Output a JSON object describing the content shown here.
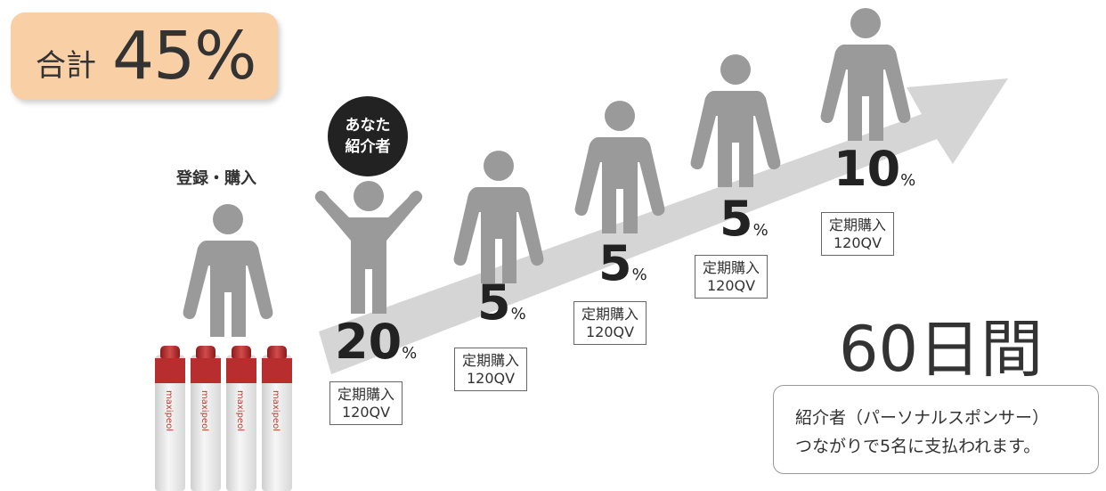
{
  "total": {
    "label": "合計",
    "value": "45%"
  },
  "registration_label": "登録・購入",
  "badge": {
    "line1": "あなた",
    "line2": "紹介者"
  },
  "levels": [
    {
      "percent": "20",
      "symbol": "%",
      "plan_line1": "定期購入",
      "plan_line2": "120QV"
    },
    {
      "percent": "5",
      "symbol": "%",
      "plan_line1": "定期購入",
      "plan_line2": "120QV"
    },
    {
      "percent": "5",
      "symbol": "%",
      "plan_line1": "定期購入",
      "plan_line2": "120QV"
    },
    {
      "percent": "5",
      "symbol": "%",
      "plan_line1": "定期購入",
      "plan_line2": "120QV"
    },
    {
      "percent": "10",
      "symbol": "%",
      "plan_line1": "定期購入",
      "plan_line2": "120QV"
    }
  ],
  "days": "60日間",
  "note": {
    "line1": "紹介者（パーソナルスポンサー）",
    "line2": "つながりで5名に支払われます。"
  },
  "bottle_brand": "maxipeol",
  "colors": {
    "total_box": "#f9cfa6",
    "arrow": "#d5d5d5",
    "person": "#9a9a9a",
    "badge": "#222222"
  }
}
